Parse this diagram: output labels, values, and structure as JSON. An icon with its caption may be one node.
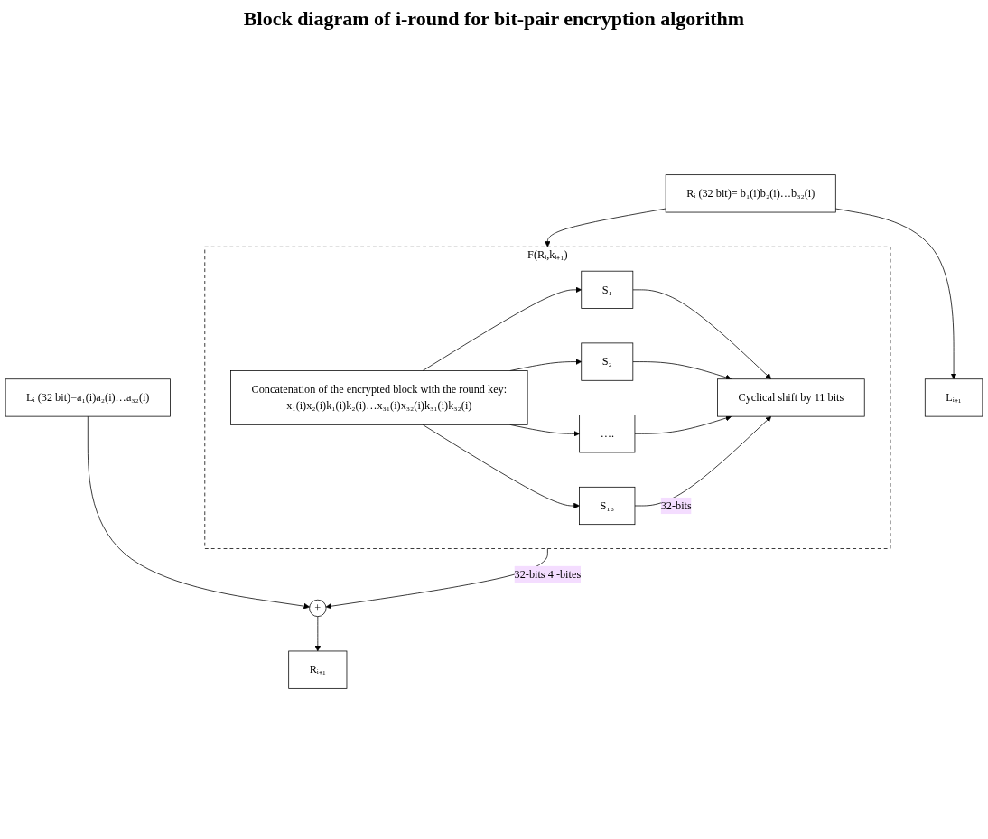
{
  "diagram": {
    "title": "Block diagram of i-round for bit-pair encryption algorithm",
    "nodes": [
      {
        "text": [
          "Lᵢ (32 bit)=a₁(i)a₂(i)…a₃₂(i)"
        ]
      },
      {
        "text": [
          "Rᵢ (32 bit)= b₁(i)b₂(i)…b₃₂(i)"
        ]
      },
      {
        "text": [
          "F(Rᵢ,kᵢ₊₁)"
        ]
      },
      {
        "text": [
          "Concatenation of the encrypted block with the round key:",
          "x₁(i)x₂(i)k₁(i)k₂(i)…x₃₁(i)x₃₂(i)k₃₁(i)k₃₂(i)"
        ],
        "in": 2
      },
      {
        "text": [
          "S₁"
        ],
        "in": 2
      },
      {
        "text": [
          "S₂"
        ],
        "in": 2
      },
      {
        "text": [
          "…."
        ],
        "in": 2
      },
      {
        "text": [
          "S₁₆"
        ],
        "in": 2
      },
      {
        "text": [
          "Cyclical shift by 11 bits"
        ],
        "in": 2
      },
      {
        "text": [
          "+"
        ]
      },
      {
        "text": [
          "Lᵢ₊₁"
        ]
      },
      {
        "text": [
          "Rᵢ₊₁"
        ]
      }
    ],
    "edges": [
      {
        "from": 0,
        "to": 9,
        "arrow": "to"
      },
      {
        "from": 1,
        "to": 10,
        "arrow": "to"
      },
      {
        "from": 1,
        "to": 2,
        "arrow": "to"
      },
      {
        "from": 3,
        "to": 4,
        "arrow": "to"
      },
      {
        "from": 3,
        "to": 5,
        "arrow": "to"
      },
      {
        "from": 3,
        "to": 6,
        "arrow": "to"
      },
      {
        "from": 3,
        "to": 7,
        "arrow": "to"
      },
      {
        "from": 4,
        "to": 8,
        "arrow": "to"
      },
      {
        "from": 5,
        "to": 8,
        "arrow": "to"
      },
      {
        "from": 6,
        "to": 8,
        "arrow": "to"
      },
      {
        "from": 7,
        "to": 8,
        "arrow": "to",
        "label": "32-bits"
      },
      {
        "from": 2,
        "to": 9,
        "arrow": "to",
        "label": "32-bits 4 -bites"
      },
      {
        "from": 9,
        "to": 11,
        "arrow": "to"
      }
    ]
  }
}
